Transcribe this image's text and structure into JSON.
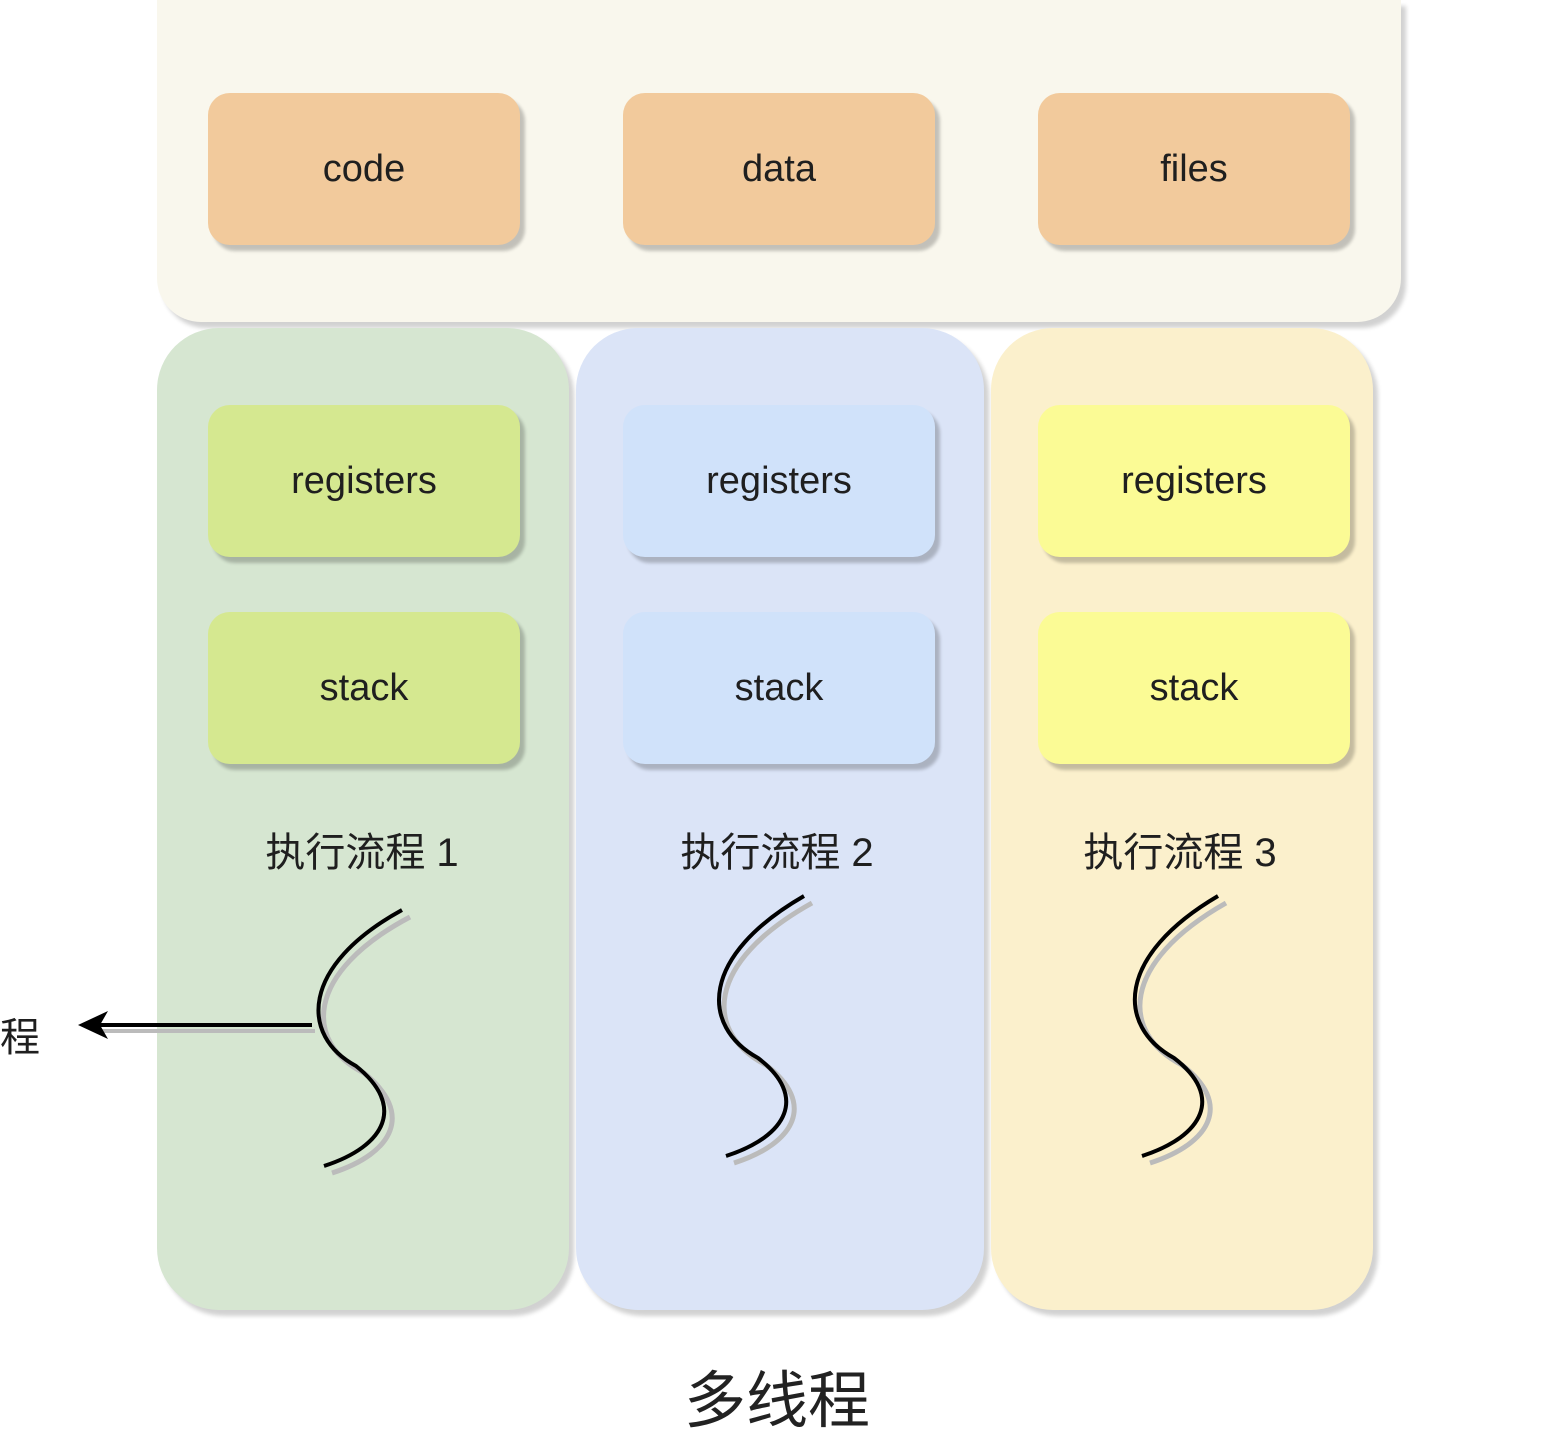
{
  "shared": {
    "items": [
      "code",
      "data",
      "files"
    ],
    "color": "#f2ca9c",
    "panel_color": "#f9f7ed"
  },
  "threads": [
    {
      "registers": "registers",
      "stack": "stack",
      "label": "执行流程 1",
      "panel_color": "#d6e6d1",
      "box_color": "#d5e890"
    },
    {
      "registers": "registers",
      "stack": "stack",
      "label": "执行流程 2",
      "panel_color": "#dbe4f7",
      "box_color": "#d0e2fa"
    },
    {
      "registers": "registers",
      "stack": "stack",
      "label": "执行流程 3",
      "panel_color": "#fbf0cc",
      "box_color": "#fbfb95"
    }
  ],
  "arrow_label": "程",
  "title": "多线程"
}
